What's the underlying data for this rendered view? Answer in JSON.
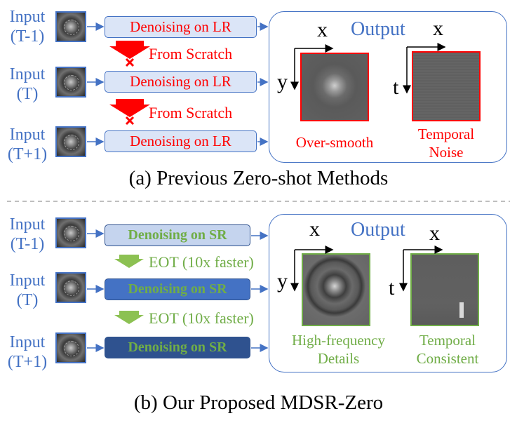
{
  "section_a": {
    "inputs": [
      {
        "line1": "Input",
        "line2": "(T-1)"
      },
      {
        "line1": "Input",
        "line2": "(T)"
      },
      {
        "line1": "Input",
        "line2": "(T+1)"
      }
    ],
    "boxes": [
      "Denoising on LR",
      "Denoising on LR",
      "Denoising on LR"
    ],
    "between": [
      "From Scratch",
      "From Scratch"
    ],
    "output_label": "Output",
    "axes": {
      "x1": "x",
      "y1": "y",
      "x2": "x",
      "t2": "t"
    },
    "captions": {
      "left": "Over-smooth",
      "right_line1": "Temporal",
      "right_line2": "Noise"
    },
    "caption": "(a) Previous Zero-shot Methods",
    "colors": {
      "accent": "#4472c4",
      "warn": "#ff0000"
    }
  },
  "section_b": {
    "inputs": [
      {
        "line1": "Input",
        "line2": "(T-1)"
      },
      {
        "line1": "Input",
        "line2": "(T)"
      },
      {
        "line1": "Input",
        "line2": "(T+1)"
      }
    ],
    "boxes": [
      "Denoising on SR",
      "Denoising on SR",
      "Denoising on SR"
    ],
    "between": [
      "EOT (10x faster)",
      "EOT (10x faster)"
    ],
    "output_label": "Output",
    "axes": {
      "x1": "x",
      "y1": "y",
      "x2": "x",
      "t2": "t"
    },
    "captions": {
      "left_line1": "High-frequency",
      "left_line2": "Details",
      "right_line1": "Temporal",
      "right_line2": "Consistent"
    },
    "caption": "(b) Our Proposed MDSR-Zero",
    "colors": {
      "accent": "#4472c4",
      "good": "#70ad47"
    }
  }
}
